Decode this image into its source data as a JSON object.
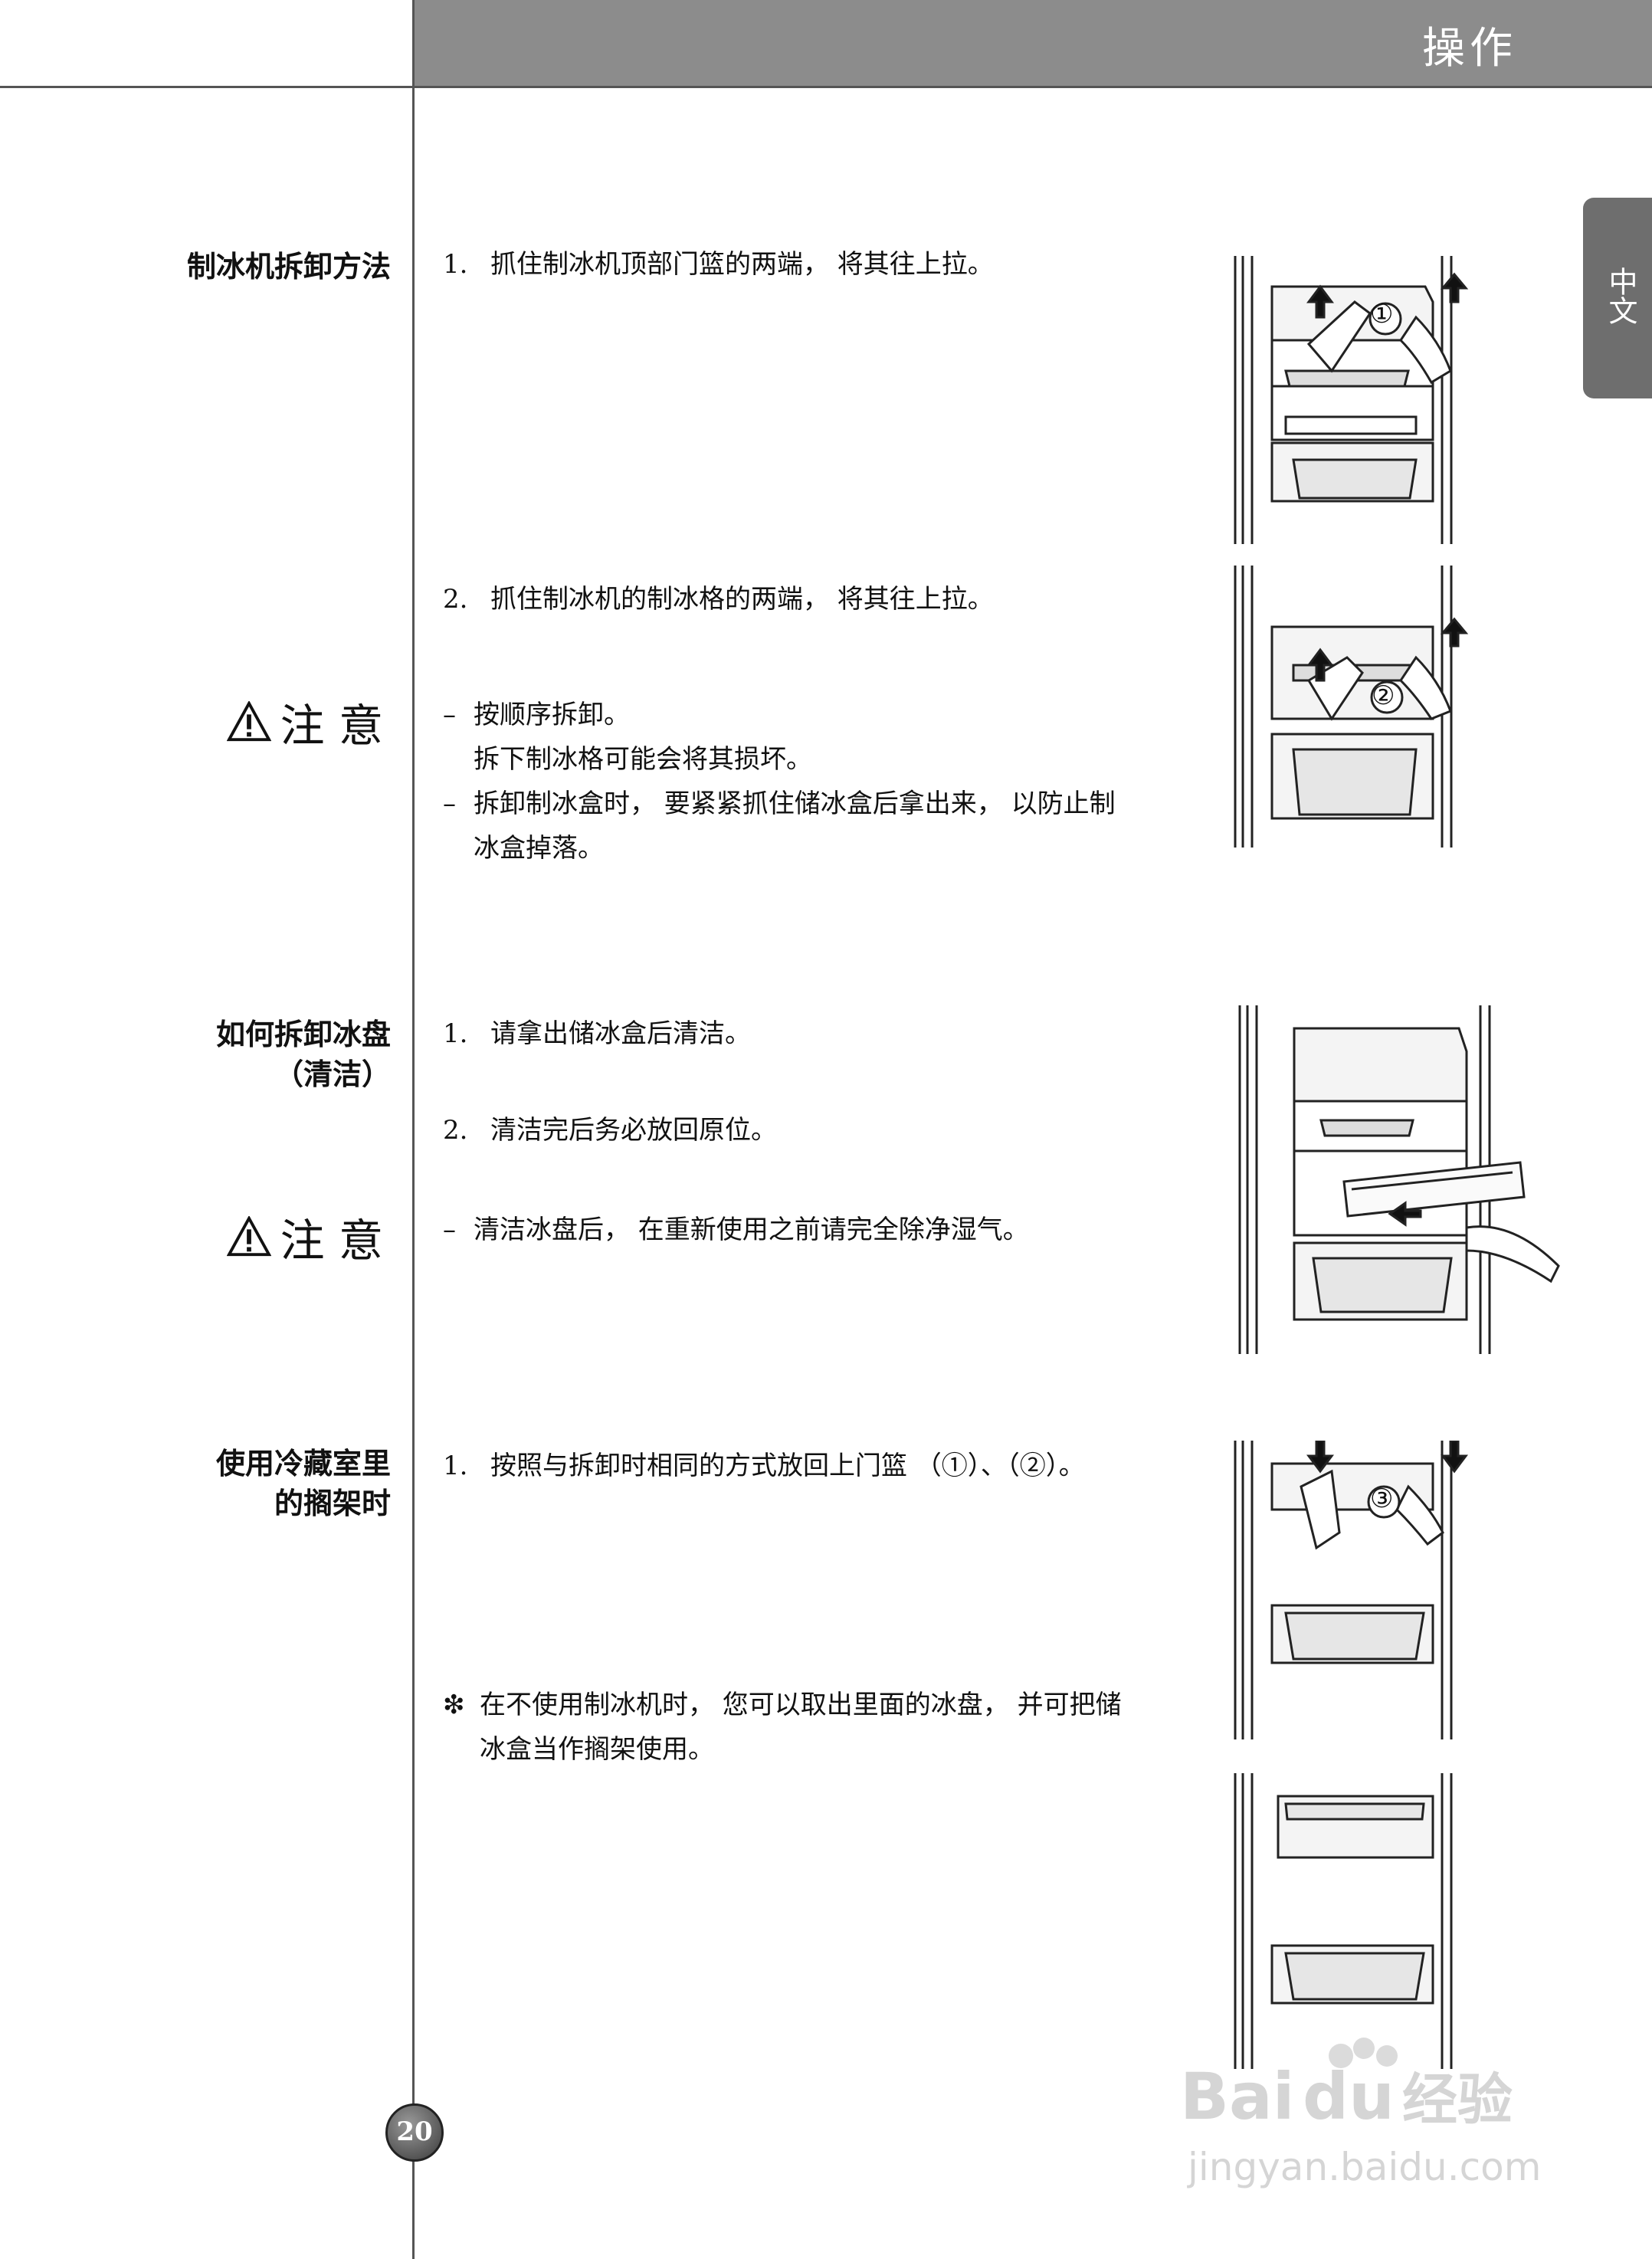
{
  "header": {
    "title": "操作"
  },
  "side_tab": {
    "label": "中文"
  },
  "sections": {
    "remove_icemaker": {
      "heading": "制冰机拆卸方法",
      "step1_num": "1.",
      "step1": "抓住制冰机顶部门篮的两端， 将其往上拉。",
      "step2_num": "2.",
      "step2": "抓住制冰机的制冰格的两端， 将其往上拉。",
      "figure1_badge": "①",
      "figure2_badge": "②"
    },
    "caution1": {
      "title": "注 意",
      "dash": "–",
      "line1": "按顺序拆卸。",
      "line2": "拆下制冰格可能会将其损坏。",
      "line3": "拆卸制冰盒时， 要紧紧抓住储冰盒后拿出来， 以防止制",
      "line4": "冰盒掉落。"
    },
    "remove_tray": {
      "heading_line1": "如何拆卸冰盘",
      "heading_line2": "（清洁）",
      "step1_num": "1.",
      "step1": "请拿出储冰盒后清洁。",
      "step2_num": "2.",
      "step2": "清洁完后务必放回原位。"
    },
    "caution2": {
      "title": "注 意",
      "dash": "–",
      "line1": "清洁冰盘后， 在重新使用之前请完全除净湿气。"
    },
    "shelf_use": {
      "heading_line1": "使用冷藏室里",
      "heading_line2": "的搁架时",
      "step1_num": "1.",
      "step1": "按照与拆卸时相同的方式放回上门篮 （①）、（②）。",
      "note_mark": "❇",
      "note_line1": "在不使用制冰机时， 您可以取出里面的冰盘， 并可把储",
      "note_line2": "冰盒当作搁架使用。",
      "figure3_badge": "③"
    }
  },
  "page_number": "20",
  "watermark": {
    "line1": "Bai du 经验",
    "line2": "jingyan.baidu.com"
  }
}
